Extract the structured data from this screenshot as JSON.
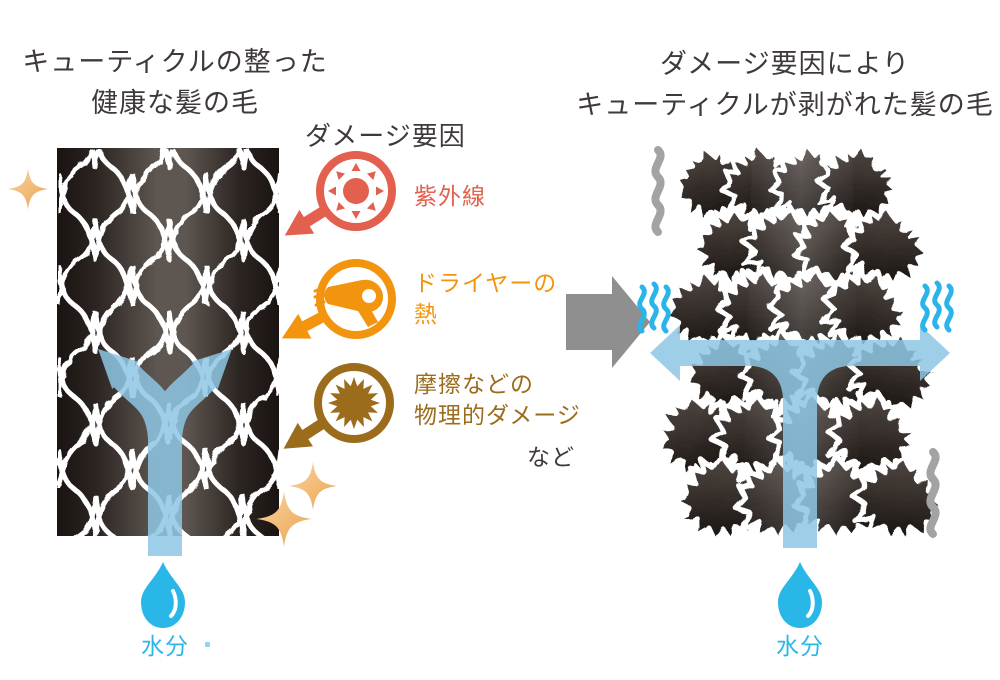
{
  "left_panel": {
    "title": [
      "キューティクルの整った",
      "健康な髪の毛"
    ],
    "moisture_label": "水分",
    "moisture_icon": "water-drop-icon",
    "hair_state": "healthy-cuticle-hair"
  },
  "right_panel": {
    "title": [
      "ダメージ要因により",
      "キューティクルが剥がれた髪の毛"
    ],
    "moisture_label": "水分",
    "moisture_icon": "water-drop-icon",
    "hair_state": "damaged-peeled-cuticle-hair"
  },
  "damage_factors": {
    "heading": "ダメージ要因",
    "items": [
      {
        "icon": "sun-icon",
        "label_lines": [
          "紫外線"
        ],
        "color": "#e2604d"
      },
      {
        "icon": "hairdryer-icon",
        "label_lines": [
          "ドライヤーの",
          "熱"
        ],
        "color": "#f3940f"
      },
      {
        "icon": "starburst-icon",
        "label_lines": [
          "摩擦などの",
          "物理的ダメージ"
        ],
        "color": "#9c6c1d"
      }
    ],
    "etc_label": "など"
  },
  "transition": {
    "icon": "right-arrow-icon",
    "color": "#8f8f8f"
  },
  "colors": {
    "title_text": "#3f3a39",
    "moisture_blue": "#29b7e8",
    "water_arrow_blue": "#a9d4ec",
    "wave_blue": "#2bb4ea",
    "squiggle_gray": "#a3a3a3",
    "sparkle_gold": "#f0a95c",
    "hair_dark": "#221b19",
    "cuticle_outline": "#ffffff"
  }
}
